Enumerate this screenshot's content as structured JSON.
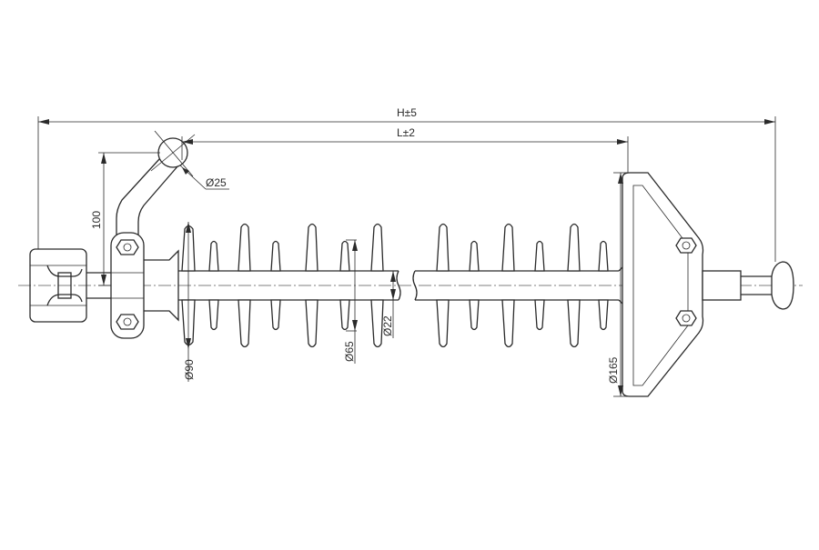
{
  "dimensions": {
    "overall_length": "H±5",
    "section_length": "L±2",
    "ball_diameter": "Ø25",
    "arm_height": "100",
    "core_diameter": "Ø22",
    "small_shed_diameter": "Ø65",
    "large_shed_diameter": "Ø90",
    "grading_ring_diameter": "Ø165"
  }
}
